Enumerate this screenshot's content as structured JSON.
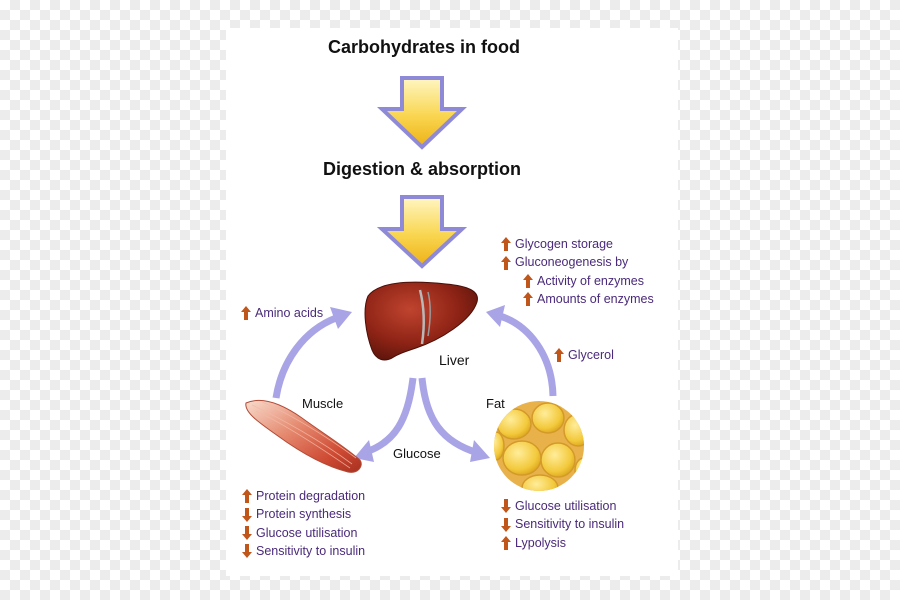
{
  "colors": {
    "flow_arrow_fill": "#f5c62a",
    "flow_arrow_border": "#8f8ad8",
    "cycle_arrow": "#a9a4e6",
    "list_text": "#4a2a7a",
    "up_down_arrow": "#c0561a"
  },
  "steps": {
    "food": "Carbohydrates in food",
    "digestion": "Digestion & absorption"
  },
  "organs": {
    "liver": "Liver",
    "muscle": "Muscle",
    "fat": "Fat",
    "glucose": "Glucose"
  },
  "liver_effects": [
    {
      "dir": "up",
      "text": "Glycogen storage",
      "indent": false
    },
    {
      "dir": "up",
      "text": "Gluconeogenesis by",
      "indent": false
    },
    {
      "dir": "up",
      "text": "Activity of enzymes",
      "indent": true
    },
    {
      "dir": "up",
      "text": "Amounts of enzymes",
      "indent": true
    }
  ],
  "amino": {
    "dir": "up",
    "text": "Amino acids"
  },
  "glycerol": {
    "dir": "up",
    "text": "Glycerol"
  },
  "muscle_effects": [
    {
      "dir": "up",
      "text": "Protein degradation"
    },
    {
      "dir": "down",
      "text": "Protein synthesis"
    },
    {
      "dir": "down",
      "text": "Glucose utilisation"
    },
    {
      "dir": "down",
      "text": "Sensitivity to insulin"
    }
  ],
  "fat_effects": [
    {
      "dir": "down",
      "text": "Glucose utilisation"
    },
    {
      "dir": "down",
      "text": "Sensitivity to insulin"
    },
    {
      "dir": "up",
      "text": "Lypolysis"
    }
  ]
}
